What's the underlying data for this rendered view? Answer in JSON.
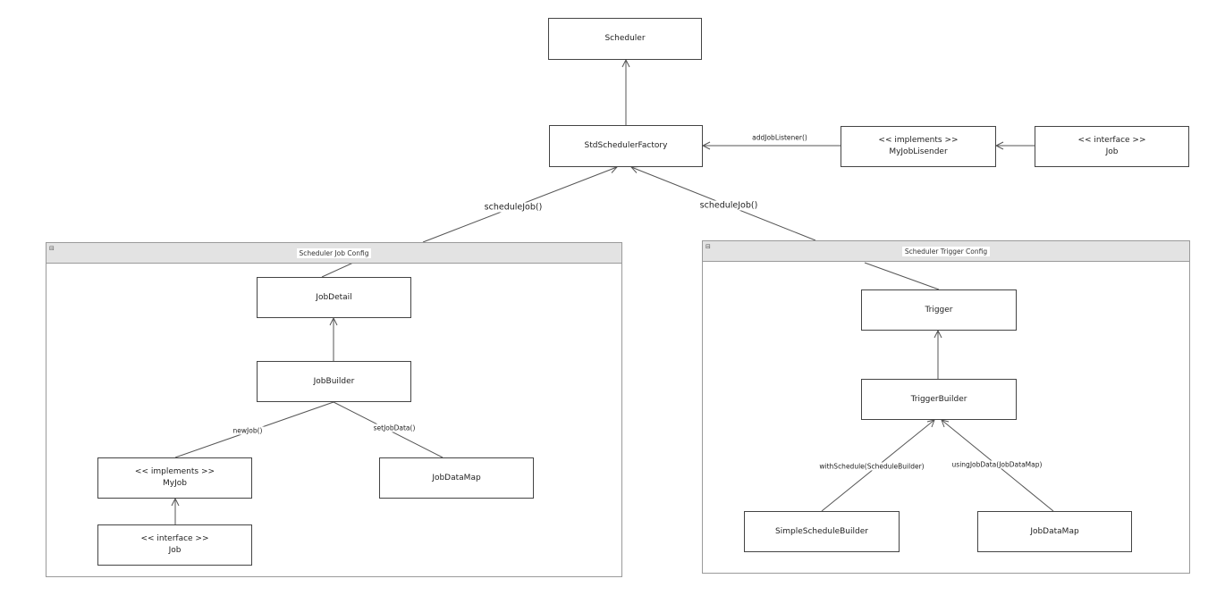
{
  "frames": {
    "job_config": {
      "title": "Scheduler Job Config",
      "toggle": "⊟"
    },
    "trigger_config": {
      "title": "Scheduler Trigger Config",
      "toggle": "⊟"
    }
  },
  "nodes": {
    "scheduler": {
      "label": "Scheduler"
    },
    "std_factory": {
      "label": "StdSchedulerFactory"
    },
    "my_job_listener": {
      "stereotype": "<< implements >>",
      "label": "MyJobLisender"
    },
    "job_interface_top": {
      "stereotype": "<< interface >>",
      "label": "Job"
    },
    "job_detail": {
      "label": "JobDetail"
    },
    "job_builder": {
      "label": "JobBuilder"
    },
    "my_job": {
      "stereotype": "<< implements >>",
      "label": "MyJob"
    },
    "job_interface_bottom": {
      "stereotype": "<< interface >>",
      "label": "Job"
    },
    "job_data_map_left": {
      "label": "JobDataMap"
    },
    "trigger": {
      "label": "Trigger"
    },
    "trigger_builder": {
      "label": "TriggerBuilder"
    },
    "simple_schedule_builder": {
      "label": "SimpleScheduleBuilder"
    },
    "job_data_map_right": {
      "label": "JobDataMap"
    }
  },
  "edge_labels": {
    "add_job_listener": "addJobListener()",
    "schedule_job_left": "scheduleJob()",
    "schedule_job_right": "scheduleJob()",
    "new_job": "newJob()",
    "set_job_data": "setJobData()",
    "with_schedule": "withSchedule(ScheduleBuilder)",
    "using_job_data": "usingJobData(JobDataMap)"
  }
}
